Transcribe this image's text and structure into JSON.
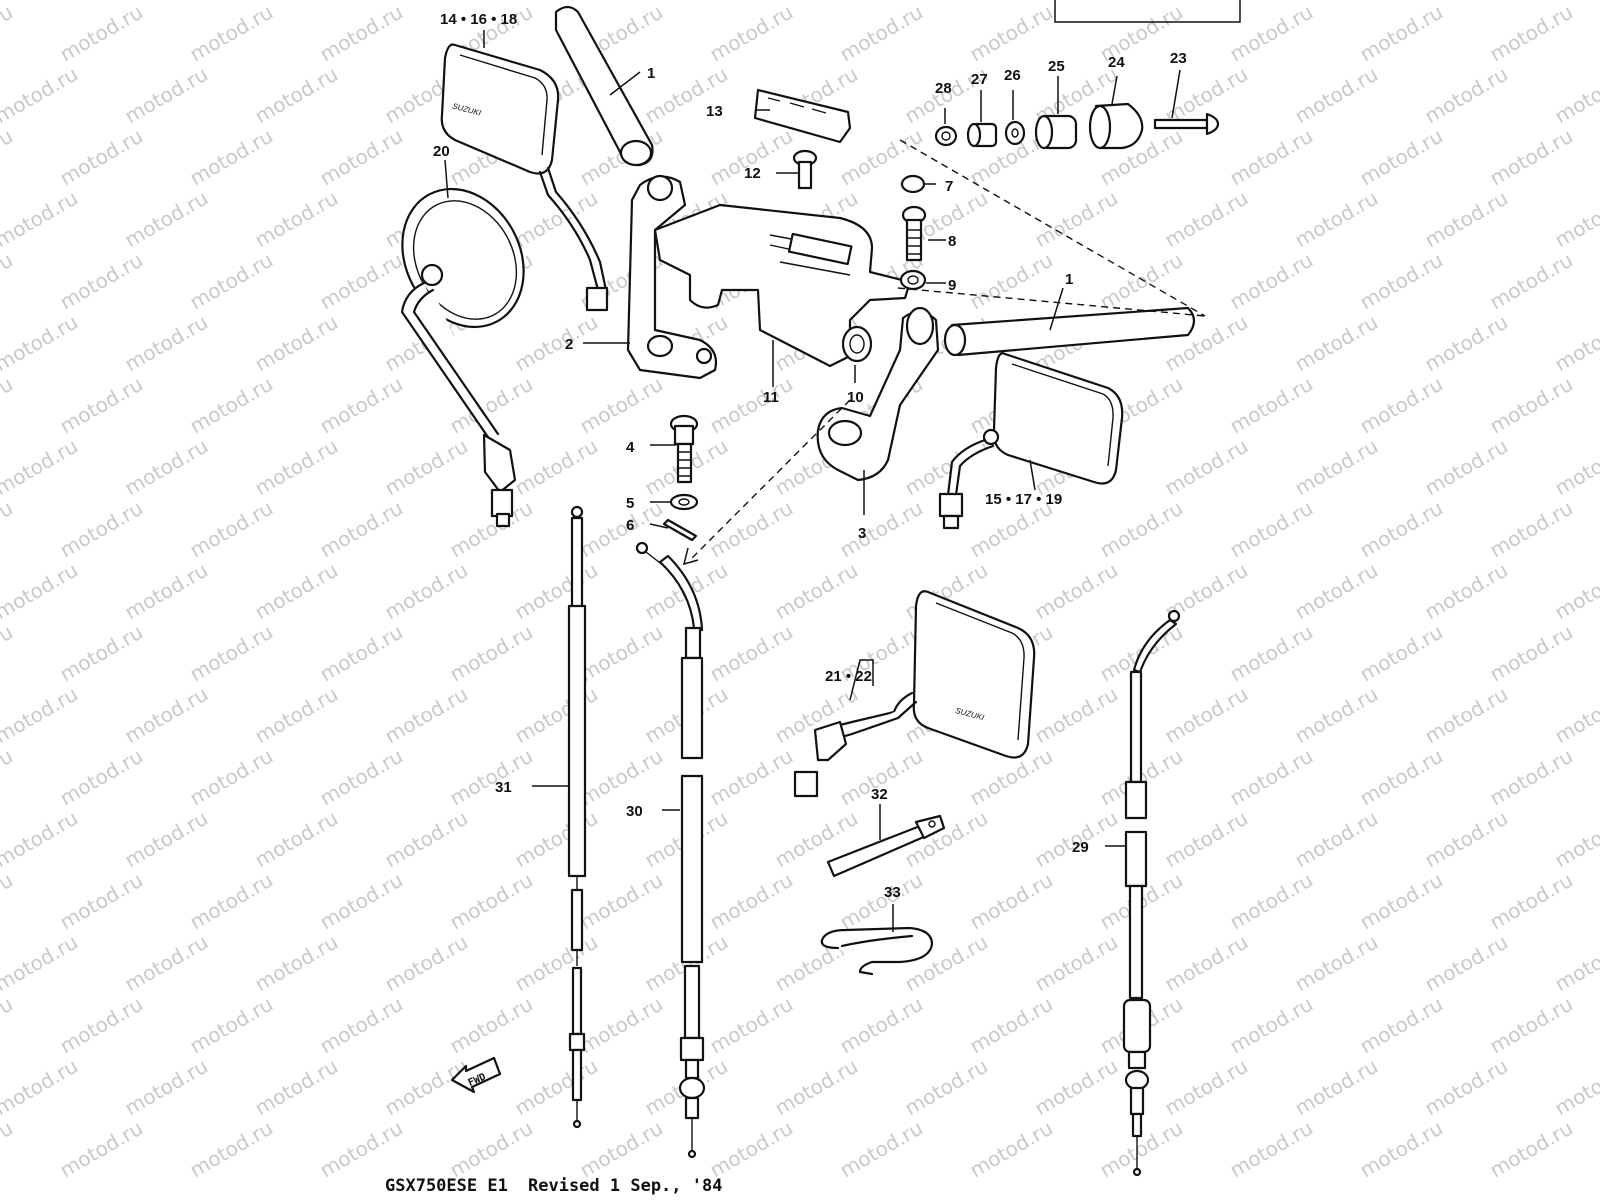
{
  "watermark": "motod.ru",
  "footer": {
    "model": "GSX750ESE E1",
    "revision": "Revised 1 Sep., '84"
  },
  "fwd_label": "FWD",
  "mirror_brand": "SUZUKI",
  "callouts": {
    "c1a": "1",
    "c1b": "1",
    "c2": "2",
    "c3": "3",
    "c4": "4",
    "c5": "5",
    "c6": "6",
    "c7": "7",
    "c8": "8",
    "c9": "9",
    "c10": "10",
    "c11": "11",
    "c12": "12",
    "c13": "13",
    "c14": "14 • 16 • 18",
    "c15": "15 • 17 • 19",
    "c20": "20",
    "c21": "21 • 22",
    "c23": "23",
    "c24": "24",
    "c25": "25",
    "c26": "26",
    "c27": "27",
    "c28": "28",
    "c29": "29",
    "c30": "30",
    "c31": "31",
    "c32": "32",
    "c33": "33"
  }
}
